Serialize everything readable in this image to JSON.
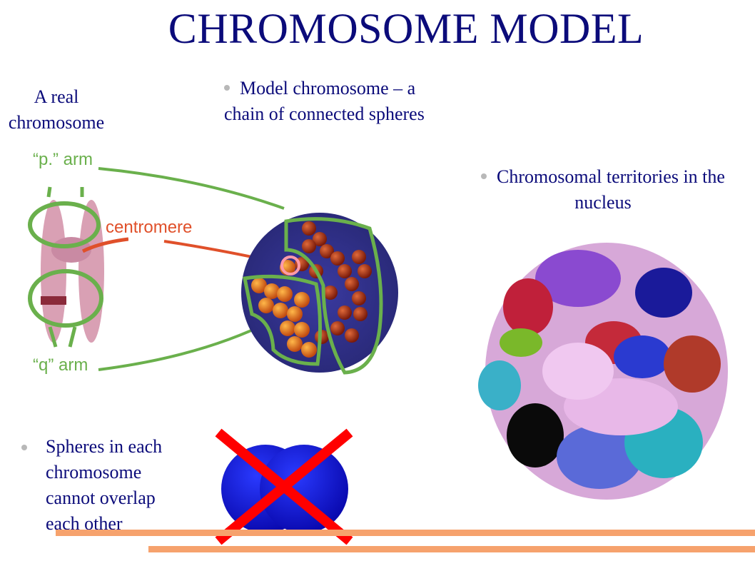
{
  "slide": {
    "title": "CHROMOSOME MODEL",
    "real_chromosome": "A real chromosome",
    "model_chromosome": "Model chromosome – a chain of connected spheres",
    "territories": "Chromosomal territories in the nucleus",
    "spheres_rule": "Spheres in each chromosome cannot overlap each other"
  },
  "labels": {
    "p_arm": "“p.” arm",
    "centromere": "centromere",
    "q_arm": "“q” arm"
  },
  "colors": {
    "title": "#0b0b7a",
    "annotation_green": "#6ab04c",
    "annotation_red": "#e0502a",
    "footer_bar": "#f6a26d"
  }
}
